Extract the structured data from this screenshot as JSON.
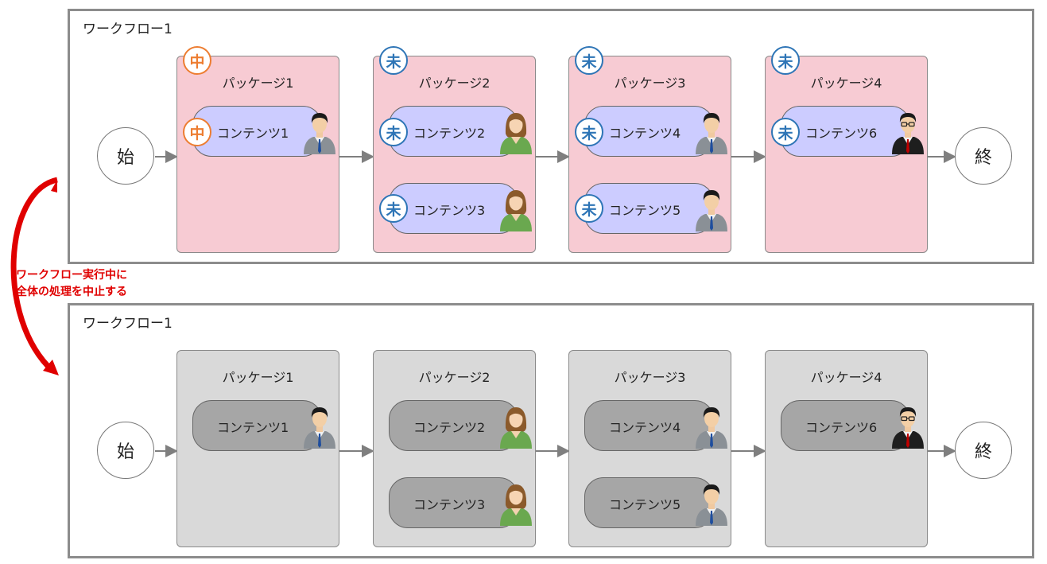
{
  "colors": {
    "frame_border": "#8c8c8c",
    "package_active_bg": "#f7cbd3",
    "package_stopped_bg": "#d9d9d9",
    "content_active_bg": "#ccccff",
    "content_stopped_bg": "#a6a6a6",
    "status_in_progress": "#ed7d31",
    "status_pending": "#2e75b6",
    "annotation": "#e00000"
  },
  "annotation": {
    "line1": "ワークフロー実行中に",
    "line2": "全体の処理を中止する"
  },
  "workflows": [
    {
      "title": "ワークフロー1",
      "state": "active",
      "start_label": "始",
      "end_label": "終",
      "packages": [
        {
          "label": "パッケージ1",
          "status": "中",
          "contents": [
            {
              "label": "コンテンツ1",
              "status": "中",
              "person": "businessman-icon"
            }
          ]
        },
        {
          "label": "パッケージ2",
          "status": "未",
          "contents": [
            {
              "label": "コンテンツ2",
              "status": "未",
              "person": "woman-icon"
            },
            {
              "label": "コンテンツ3",
              "status": "未",
              "person": "woman-icon"
            }
          ]
        },
        {
          "label": "パッケージ3",
          "status": "未",
          "contents": [
            {
              "label": "コンテンツ4",
              "status": "未",
              "person": "businessman-icon"
            },
            {
              "label": "コンテンツ5",
              "status": "未",
              "person": "businessman-icon"
            }
          ]
        },
        {
          "label": "パッケージ4",
          "status": "未",
          "contents": [
            {
              "label": "コンテンツ6",
              "status": "未",
              "person": "manager-glasses-icon"
            }
          ]
        }
      ]
    },
    {
      "title": "ワークフロー1",
      "state": "stopped",
      "start_label": "始",
      "end_label": "終",
      "packages": [
        {
          "label": "パッケージ1",
          "contents": [
            {
              "label": "コンテンツ1",
              "person": "businessman-icon"
            }
          ]
        },
        {
          "label": "パッケージ2",
          "contents": [
            {
              "label": "コンテンツ2",
              "person": "woman-icon"
            },
            {
              "label": "コンテンツ3",
              "person": "woman-icon"
            }
          ]
        },
        {
          "label": "パッケージ3",
          "contents": [
            {
              "label": "コンテンツ4",
              "person": "businessman-icon"
            },
            {
              "label": "コンテンツ5",
              "person": "businessman-icon"
            }
          ]
        },
        {
          "label": "パッケージ4",
          "contents": [
            {
              "label": "コンテンツ6",
              "person": "manager-glasses-icon"
            }
          ]
        }
      ]
    }
  ]
}
